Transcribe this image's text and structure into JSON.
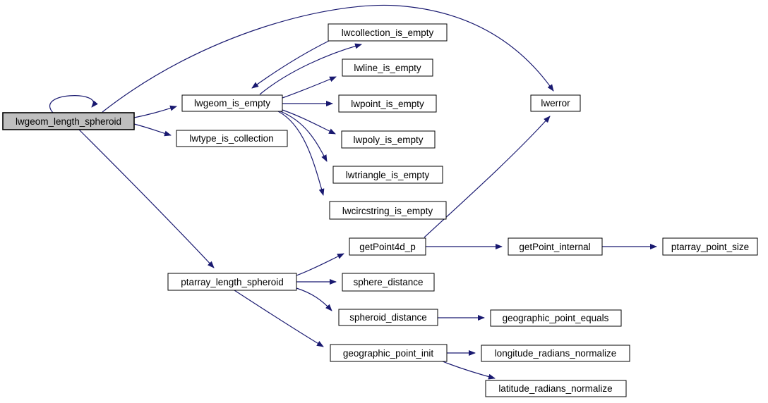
{
  "diagram": {
    "kind": "doxygen-call-graph",
    "root": "lwgeom_length_spheroid",
    "colors": {
      "edge": "#191970",
      "node_fill": "#ffffff",
      "node_border": "#000000",
      "root_fill": "#bfbfbf",
      "text": "#000000",
      "background": "#ffffff"
    },
    "nodes": [
      {
        "id": "lwgeom_length_spheroid",
        "label": "lwgeom_length_spheroid",
        "highlighted": true
      },
      {
        "id": "lwgeom_is_empty",
        "label": "lwgeom_is_empty",
        "highlighted": false
      },
      {
        "id": "lwtype_is_collection",
        "label": "lwtype_is_collection",
        "highlighted": false
      },
      {
        "id": "lwcollection_is_empty",
        "label": "lwcollection_is_empty",
        "highlighted": false
      },
      {
        "id": "lwline_is_empty",
        "label": "lwline_is_empty",
        "highlighted": false
      },
      {
        "id": "lwpoint_is_empty",
        "label": "lwpoint_is_empty",
        "highlighted": false
      },
      {
        "id": "lwpoly_is_empty",
        "label": "lwpoly_is_empty",
        "highlighted": false
      },
      {
        "id": "lwtriangle_is_empty",
        "label": "lwtriangle_is_empty",
        "highlighted": false
      },
      {
        "id": "lwcircstring_is_empty",
        "label": "lwcircstring_is_empty",
        "highlighted": false
      },
      {
        "id": "lwerror",
        "label": "lwerror",
        "highlighted": false
      },
      {
        "id": "getPoint4d_p",
        "label": "getPoint4d_p",
        "highlighted": false
      },
      {
        "id": "ptarray_length_spheroid",
        "label": "ptarray_length_spheroid",
        "highlighted": false
      },
      {
        "id": "sphere_distance",
        "label": "sphere_distance",
        "highlighted": false
      },
      {
        "id": "spheroid_distance",
        "label": "spheroid_distance",
        "highlighted": false
      },
      {
        "id": "geographic_point_init",
        "label": "geographic_point_init",
        "highlighted": false
      },
      {
        "id": "getPoint_internal",
        "label": "getPoint_internal",
        "highlighted": false
      },
      {
        "id": "ptarray_point_size",
        "label": "ptarray_point_size",
        "highlighted": false
      },
      {
        "id": "geographic_point_equals",
        "label": "geographic_point_equals",
        "highlighted": false
      },
      {
        "id": "longitude_radians_normalize",
        "label": "longitude_radians_normalize",
        "highlighted": false
      },
      {
        "id": "latitude_radians_normalize",
        "label": "latitude_radians_normalize",
        "highlighted": false
      }
    ],
    "edges": [
      {
        "from": "lwgeom_length_spheroid",
        "to": "lwgeom_length_spheroid"
      },
      {
        "from": "lwgeom_length_spheroid",
        "to": "lwerror"
      },
      {
        "from": "lwgeom_length_spheroid",
        "to": "lwgeom_is_empty"
      },
      {
        "from": "lwgeom_length_spheroid",
        "to": "lwtype_is_collection"
      },
      {
        "from": "lwgeom_length_spheroid",
        "to": "ptarray_length_spheroid"
      },
      {
        "from": "lwgeom_is_empty",
        "to": "lwcollection_is_empty"
      },
      {
        "from": "lwcollection_is_empty",
        "to": "lwgeom_is_empty"
      },
      {
        "from": "lwgeom_is_empty",
        "to": "lwline_is_empty"
      },
      {
        "from": "lwgeom_is_empty",
        "to": "lwpoint_is_empty"
      },
      {
        "from": "lwgeom_is_empty",
        "to": "lwpoly_is_empty"
      },
      {
        "from": "lwgeom_is_empty",
        "to": "lwtriangle_is_empty"
      },
      {
        "from": "lwgeom_is_empty",
        "to": "lwcircstring_is_empty"
      },
      {
        "from": "ptarray_length_spheroid",
        "to": "getPoint4d_p"
      },
      {
        "from": "ptarray_length_spheroid",
        "to": "sphere_distance"
      },
      {
        "from": "ptarray_length_spheroid",
        "to": "spheroid_distance"
      },
      {
        "from": "ptarray_length_spheroid",
        "to": "geographic_point_init"
      },
      {
        "from": "getPoint4d_p",
        "to": "lwerror"
      },
      {
        "from": "getPoint4d_p",
        "to": "getPoint_internal"
      },
      {
        "from": "getPoint_internal",
        "to": "ptarray_point_size"
      },
      {
        "from": "spheroid_distance",
        "to": "geographic_point_equals"
      },
      {
        "from": "geographic_point_init",
        "to": "longitude_radians_normalize"
      },
      {
        "from": "geographic_point_init",
        "to": "latitude_radians_normalize"
      }
    ]
  }
}
